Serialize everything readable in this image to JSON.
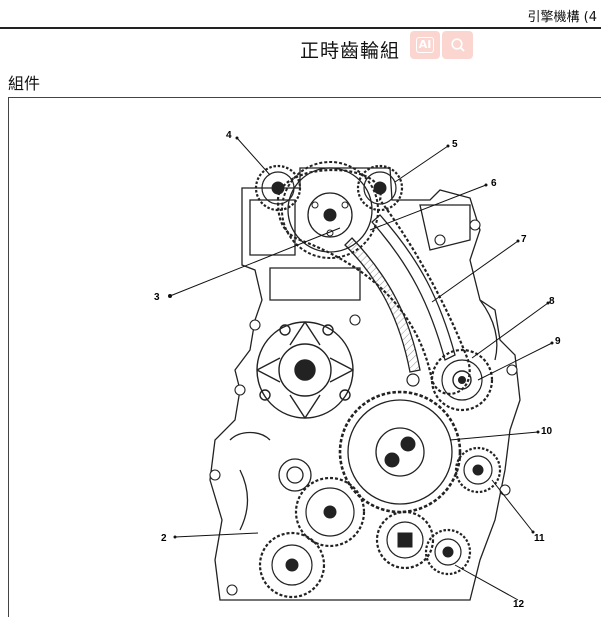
{
  "header": {
    "running_title": "引擎機構 (4"
  },
  "page": {
    "title": "正時齒輪組",
    "section_label": "組件"
  },
  "toolbar": {
    "ai_label": "AI",
    "search_icon": "search-icon"
  },
  "diagram": {
    "callouts": [
      "2",
      "3",
      "4",
      "5",
      "6",
      "7",
      "8",
      "9",
      "10",
      "11",
      "12"
    ]
  }
}
